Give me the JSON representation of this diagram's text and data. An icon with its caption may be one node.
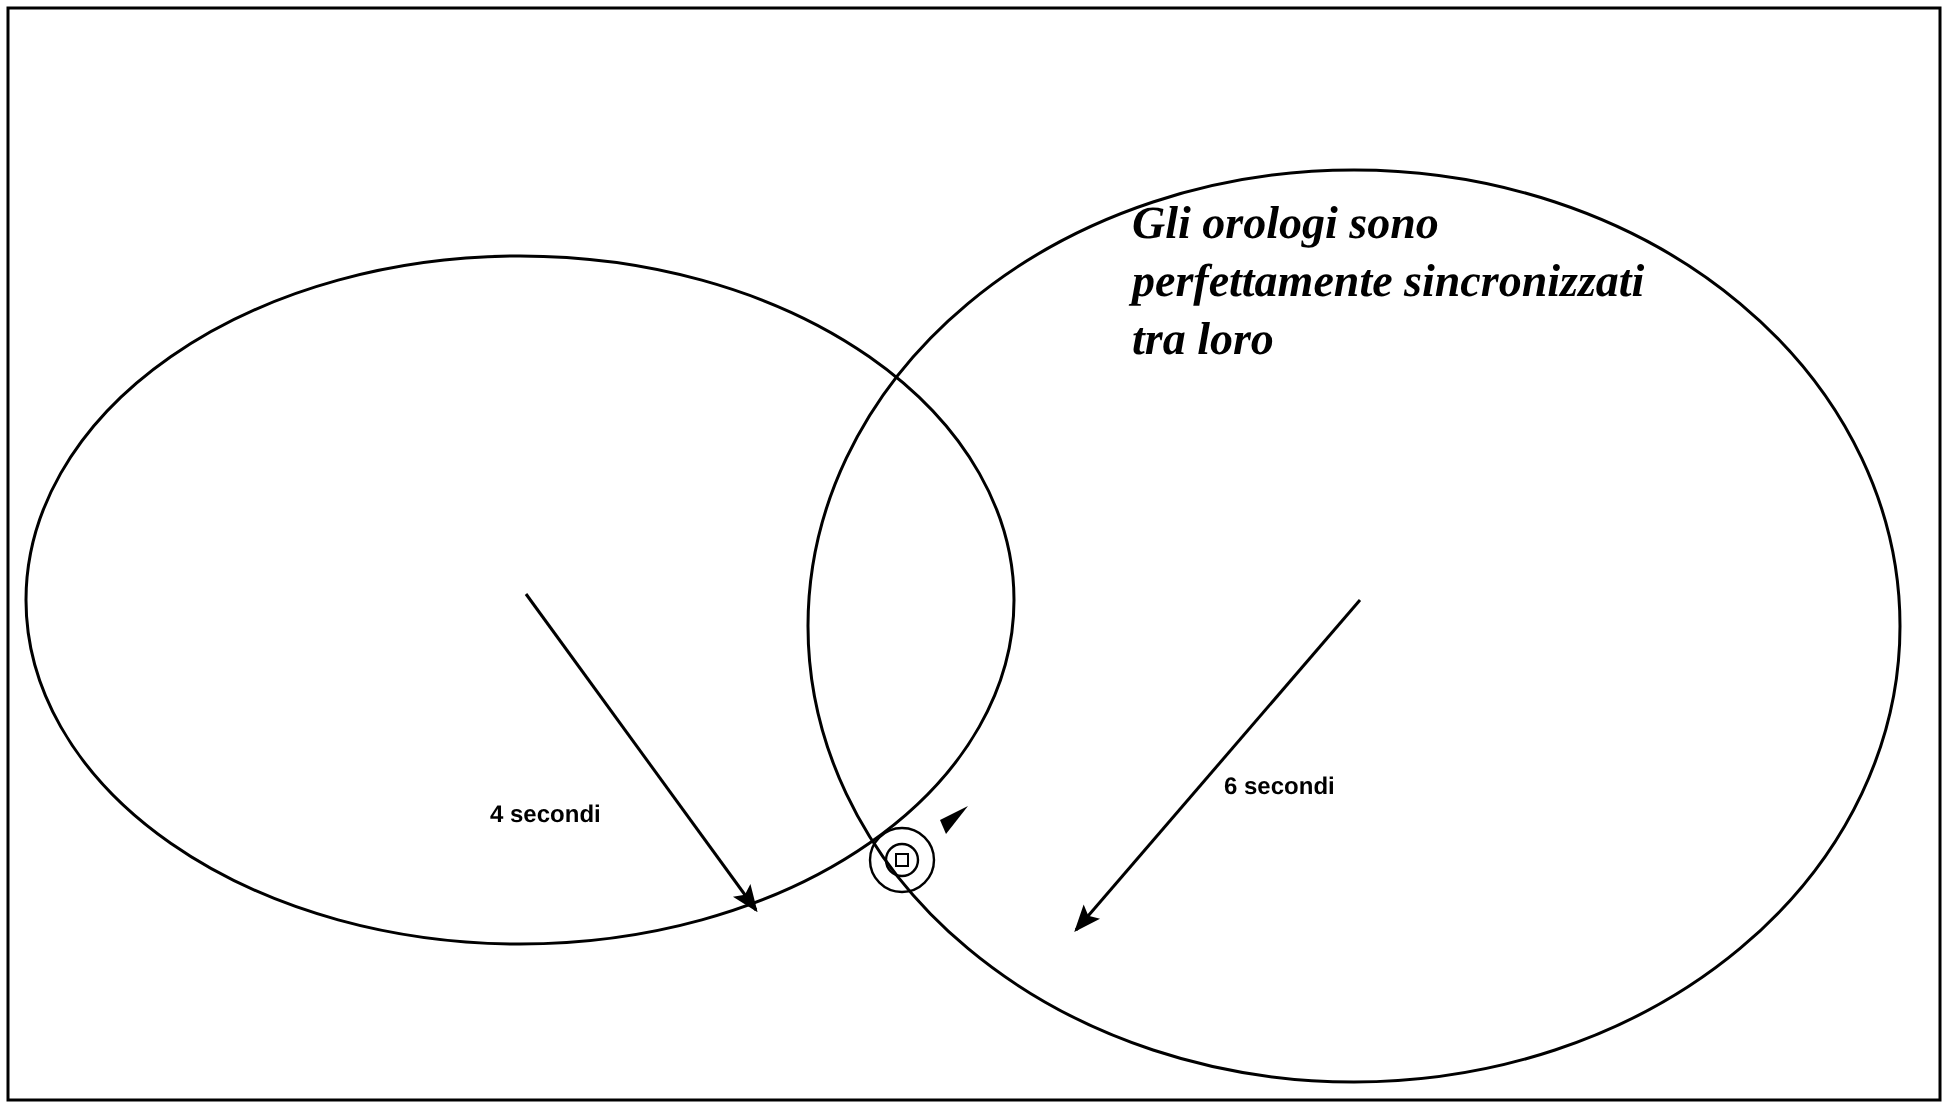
{
  "diagram": {
    "labels": [
      "Gli orologi sono perfettamente sincronizzati tra loro",
      "4 secondi",
      "6 secondi"
    ]
  }
}
